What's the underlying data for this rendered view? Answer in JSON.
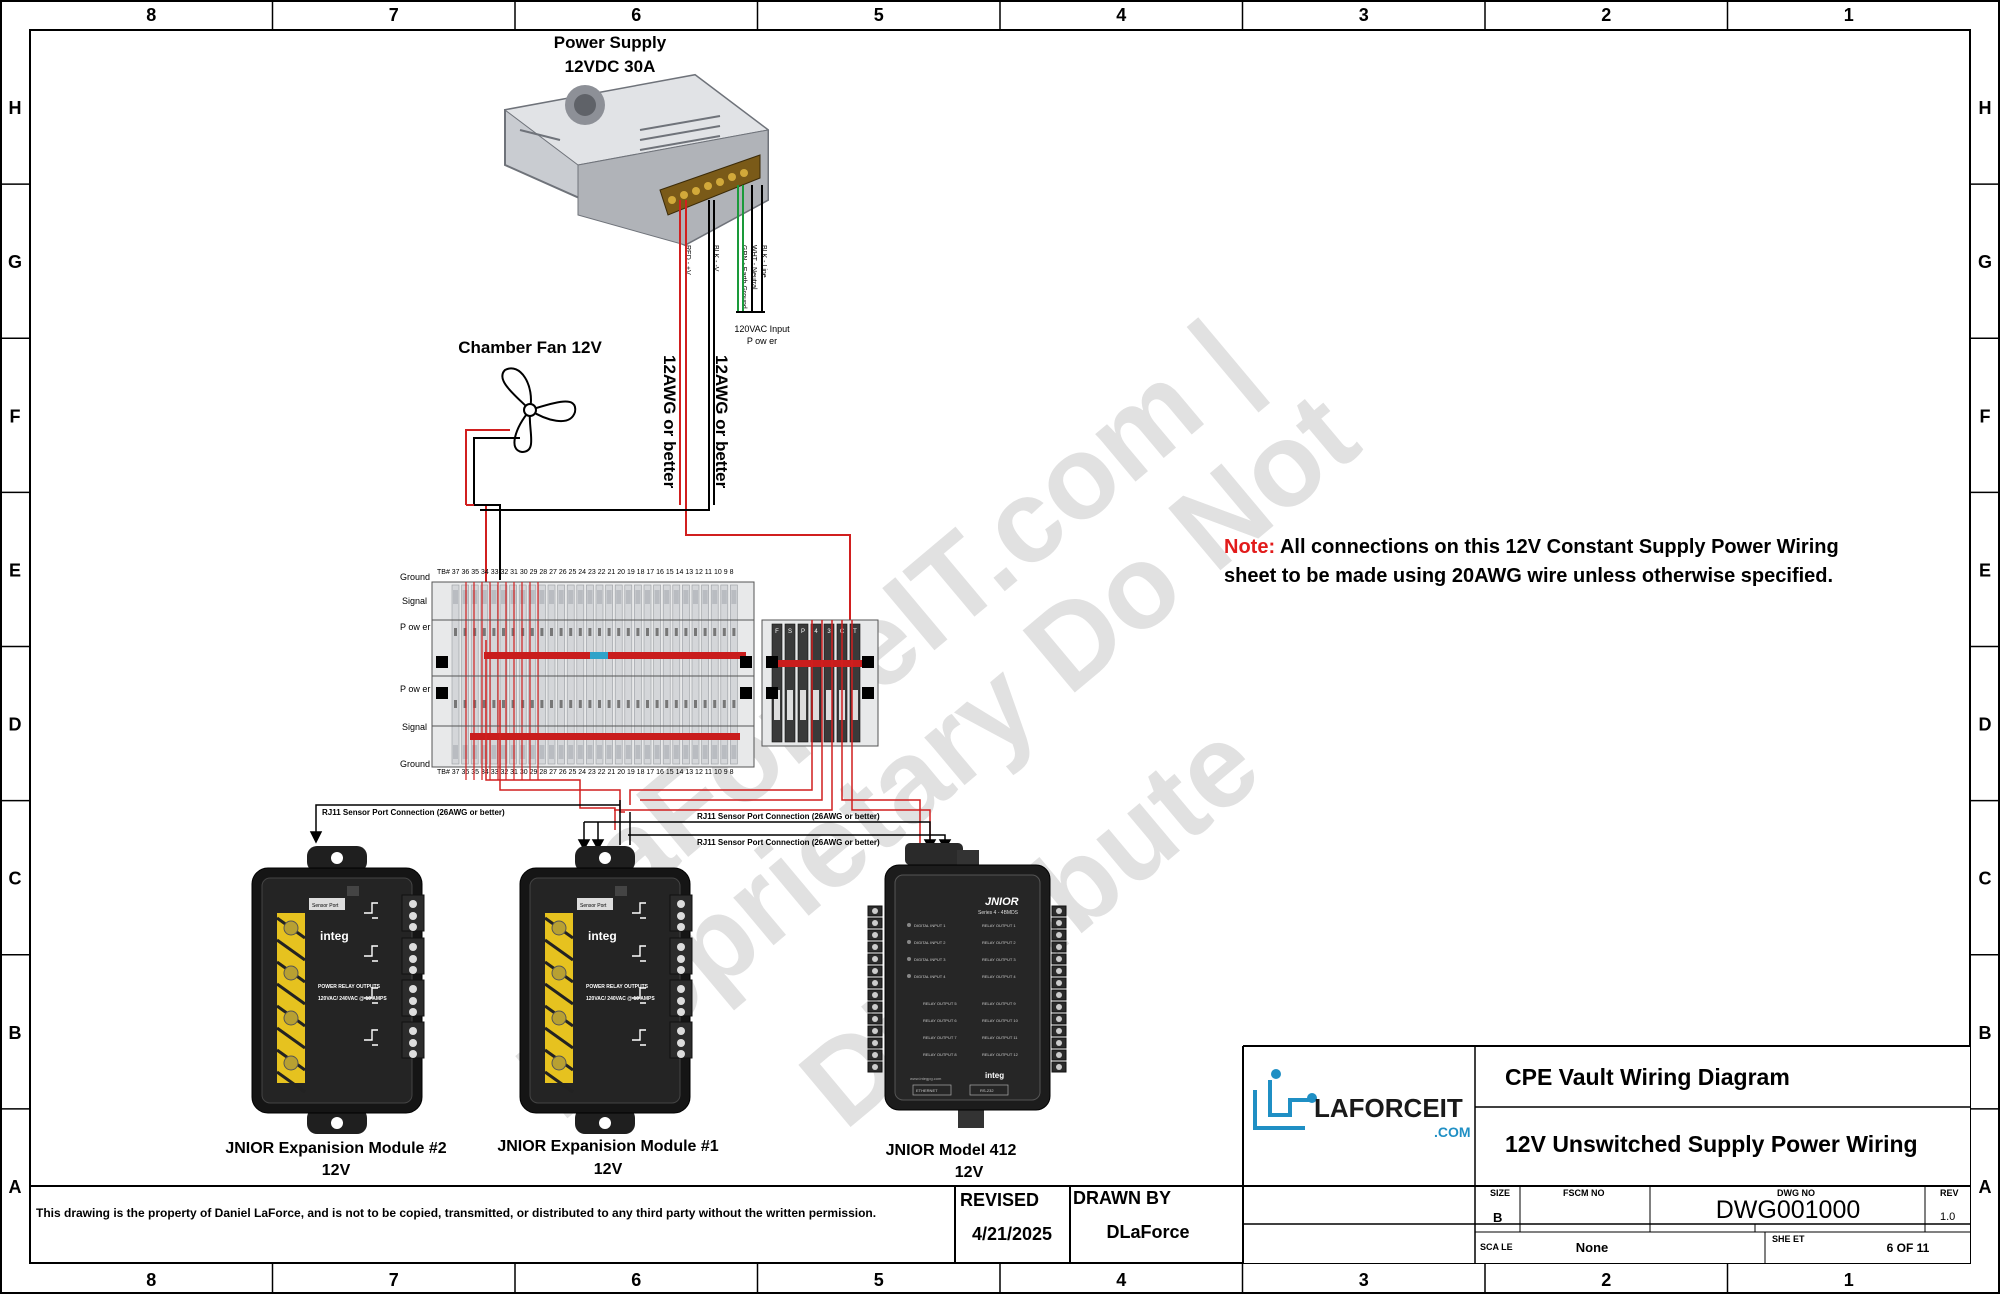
{
  "grid": {
    "columns": [
      "8",
      "7",
      "6",
      "5",
      "4",
      "3",
      "2",
      "1"
    ],
    "rows": [
      "H",
      "G",
      "F",
      "E",
      "D",
      "C",
      "B",
      "A"
    ]
  },
  "power_supply": {
    "title": "Power Supply",
    "rating": "12VDC 30A",
    "input_label_1": "120VAC Input",
    "input_label_2": "P ow er",
    "wire_red": "RED - +V",
    "wire_blk": "BLK - -V",
    "wire_grn": "GRN - Earth Ground",
    "wire_wht": "WHT - Neutral",
    "wire_blk2": "BLK - Line"
  },
  "fan": {
    "label": "Chamber Fan 12V"
  },
  "wire_notes": {
    "awg_1": "12AWG or better",
    "awg_2": "12AWG or better"
  },
  "terminal_block": {
    "row_ground_top": "Ground",
    "row_signal_top": "Signal",
    "row_power_top": "P ow er",
    "row_power_bot": "P ow er",
    "row_signal_bot": "Signal",
    "row_ground_bot": "Ground",
    "numbers_top": "TB# 37 36 35 34 33 32 31 30 29 28 27 26 25 24 23 22 21 20 19 18 17 16 15 14 13 12 11 10 9   8",
    "numbers_bot": "TB# 37 36 35 34 33 32 31 30 29 28 27 26 25 24 23 22 21 20 19 18 17 16 15 14 13 12 11 10 9   8",
    "fuse_labels": [
      "F",
      "S",
      "P",
      "4",
      "3",
      "C",
      "T"
    ]
  },
  "rj11": {
    "left": "RJ11 Sensor Port Connection (26AWG or better)",
    "mid": "RJ11 Sensor Port Connection (26AWG or better)",
    "lower": "RJ11 Sensor Port Connection (26AWG or better)"
  },
  "modules": [
    {
      "name": "JNIOR Expanision Module #2",
      "voltage": "12V",
      "port": "Sensor Port",
      "brand": "integ",
      "tag": "POWER RELAY OUTPUTS",
      "spec": "120VAC/ 240VAC @ 10 AMPS"
    },
    {
      "name": "JNIOR Expanision Module #1",
      "voltage": "12V",
      "port": "Sensor Port",
      "brand": "integ",
      "tag": "POWER RELAY OUTPUTS",
      "spec": "120VAC/ 240VAC @ 10 AMPS"
    }
  ],
  "jnior": {
    "name": "JNIOR Model 412",
    "voltage": "12V",
    "brand": "JNIOR",
    "series": "Series 4 - 4BMDS",
    "inputs": [
      "DIGITAL INPUT 1",
      "DIGITAL INPUT 2",
      "DIGITAL INPUT 3",
      "DIGITAL INPUT 4"
    ],
    "outputs_a": [
      "RELAY OUTPUT 1",
      "RELAY OUTPUT 2",
      "RELAY OUTPUT 3",
      "RELAY OUTPUT 4"
    ],
    "outputs_b": [
      "RELAY OUTPUT 5",
      "RELAY OUTPUT 6",
      "RELAY OUTPUT 7",
      "RELAY OUTPUT 8"
    ],
    "outputs_c": [
      "RELAY OUTPUT 9",
      "RELAY OUTPUT 10",
      "RELAY OUTPUT 11",
      "RELAY OUTPUT 12"
    ],
    "ethernet": "ETHERNET",
    "rs232": "RS-232",
    "maker": "integ",
    "site": "www.integpg.com"
  },
  "note": {
    "prefix": "Note:",
    "line1": "All connections on this 12V Constant Supply Power Wiring",
    "line2": "sheet to be made using 20AWG wire unless otherwise specified."
  },
  "watermark": {
    "line1": "LaForceIT.com |",
    "line2": "Proprietary Do Not",
    "line3": "Distribute"
  },
  "title_block": {
    "logo_main": "LAFORCEIT",
    "logo_sub": ".COM",
    "project": "CPE Vault Wiring Diagram",
    "sheet_title": "12V Unswitched Supply Power Wiring",
    "size_label": "SIZE",
    "size": "B",
    "fscm_label": "FSCM NO",
    "dwg_label": "DWG NO",
    "dwg": "DWG001000",
    "rev_label": "REV",
    "rev": "1.0",
    "scale_label": "SCA LE",
    "scale": "None",
    "sheet_label": "SHE ET",
    "sheet": "6 OF 11",
    "revised_label": "REVISED",
    "revised": "4/21/2025",
    "drawn_label": "DRAWN BY",
    "drawn": "DLaForce",
    "property": "This drawing is the property of Daniel LaForce, and is not to be copied, transmitted, or distributed to any third party without the written permission."
  },
  "colors": {
    "wire_red": "#d11f1f",
    "wire_green": "#1a9a3a",
    "note_red": "#e21b1b",
    "logo_blue": "#1f8fc4"
  }
}
